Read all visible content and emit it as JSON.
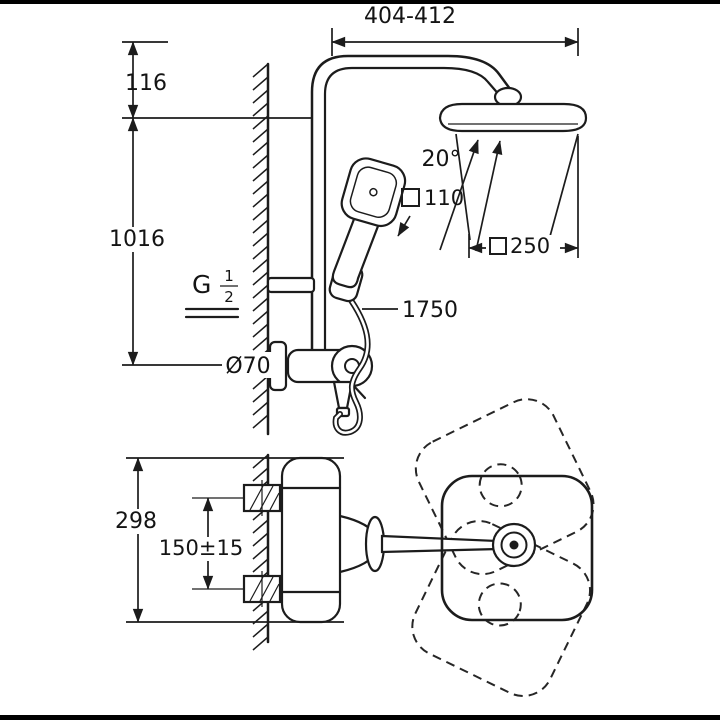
{
  "dimensions": {
    "top_width": "404-412",
    "top_offset": "116",
    "riser_height": "1016",
    "head_angle": "20°",
    "hand_shower_size": "110",
    "spray_width": "250",
    "hose_length": "1750",
    "escutcheon_diameter": "Ø70",
    "valve_height": "298",
    "supply_spacing": "150±15"
  },
  "thread": {
    "letter": "G",
    "numerator": "1",
    "denominator": "2"
  },
  "colors": {
    "line": "#1c1c1c",
    "background": "#ffffff",
    "frame": "#000000"
  }
}
